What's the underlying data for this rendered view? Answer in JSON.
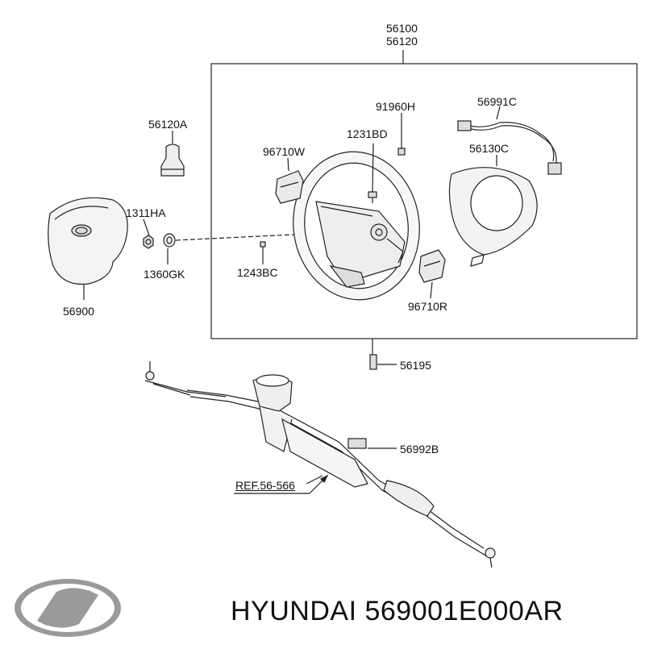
{
  "labels": {
    "p56100": "56100",
    "p56120": "56120",
    "p56120A": "56120A",
    "p91960H": "91960H",
    "p56991C": "56991C",
    "p1231BD": "1231BD",
    "p96710W": "96710W",
    "p56130C": "56130C",
    "p1311HA": "1311HA",
    "p1360GK": "1360GK",
    "p1243BC": "1243BC",
    "p96710R": "96710R",
    "p56900": "56900",
    "p56195": "56195",
    "p56992B": "56992B",
    "ref": "REF.56-566"
  },
  "brand": {
    "caption": "HYUNDAI 569001E000AR",
    "logo_icon": "hyundai-logo-icon"
  },
  "colors": {
    "line": "#222222",
    "part_fill": "#f2f2f2",
    "logo": "#9a9a9a"
  }
}
